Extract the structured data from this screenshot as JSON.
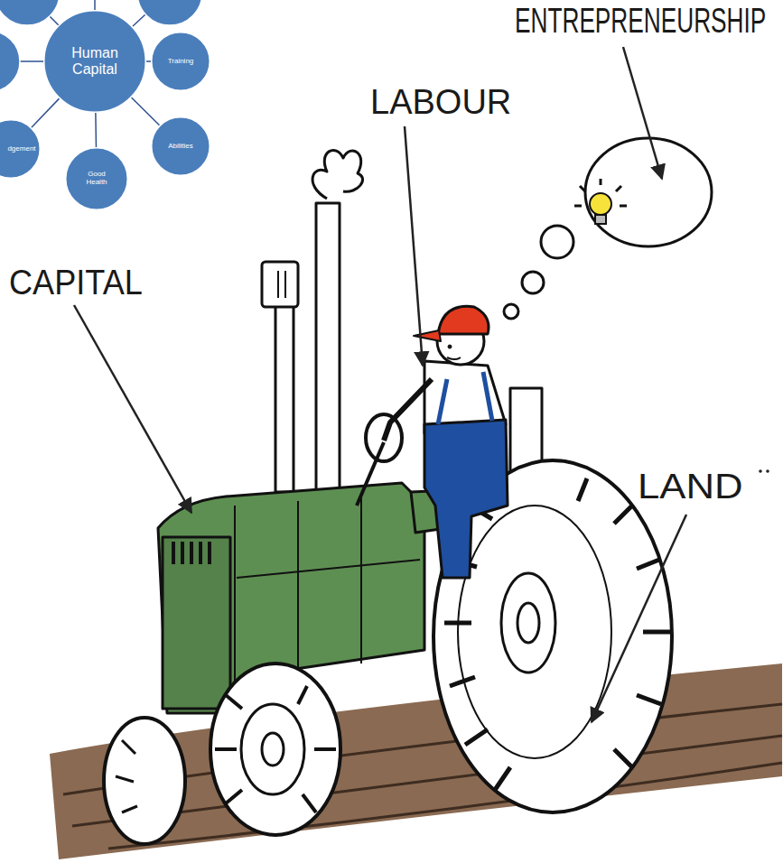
{
  "diagram": {
    "nodes": [
      {
        "text": [
          "Human Capital"
        ]
      },
      {
        "text": [
          "Training"
        ]
      },
      {
        "text": [
          "Abilities"
        ]
      },
      {
        "text": [
          "Good Health"
        ]
      },
      {
        "text": [
          "dgement"
        ]
      }
    ],
    "edges": [
      {
        "from": 0,
        "to": 1,
        "arrow": "none"
      },
      {
        "from": 0,
        "to": 2,
        "arrow": "none"
      },
      {
        "from": 0,
        "to": 3,
        "arrow": "none"
      },
      {
        "from": 0,
        "to": 4,
        "arrow": "none"
      }
    ],
    "labels": [
      "ENTREPRENEURSHIP",
      "LABOUR",
      "CAPITAL",
      "LAND"
    ]
  }
}
